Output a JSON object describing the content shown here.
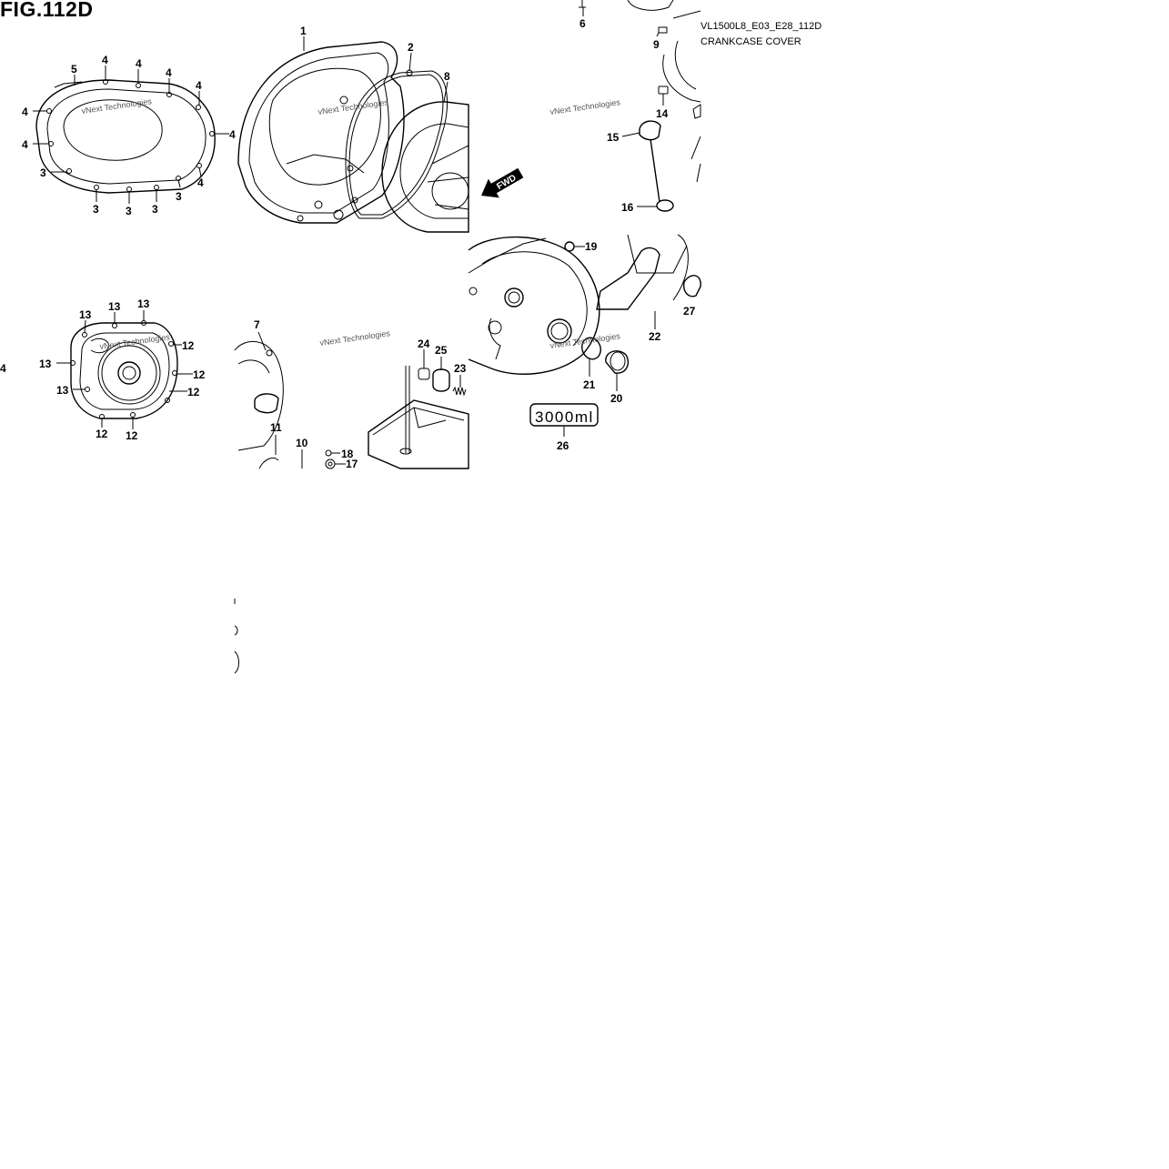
{
  "figure": {
    "title": "FIG.112D",
    "code": "VL1500L8_E03_E28_112D",
    "subtitle": "CRANKCASE COVER",
    "forward_label": "FWD",
    "capacity_label": "3000ml"
  },
  "watermark": "vNext Technologies",
  "callouts": {
    "p1": "1",
    "p2": "2",
    "p3": "3",
    "p4": "4",
    "p5": "5",
    "p6": "6",
    "p7": "7",
    "p8": "8",
    "p9": "9",
    "p10": "10",
    "p11": "11",
    "p12": "12",
    "p13": "13",
    "p14": "14",
    "p15": "15",
    "p16": "16",
    "p17": "17",
    "p18": "18",
    "p19": "19",
    "p20": "20",
    "p21": "21",
    "p22": "22",
    "p23": "23",
    "p24": "24",
    "p25": "25",
    "p26": "26",
    "p27": "27"
  }
}
